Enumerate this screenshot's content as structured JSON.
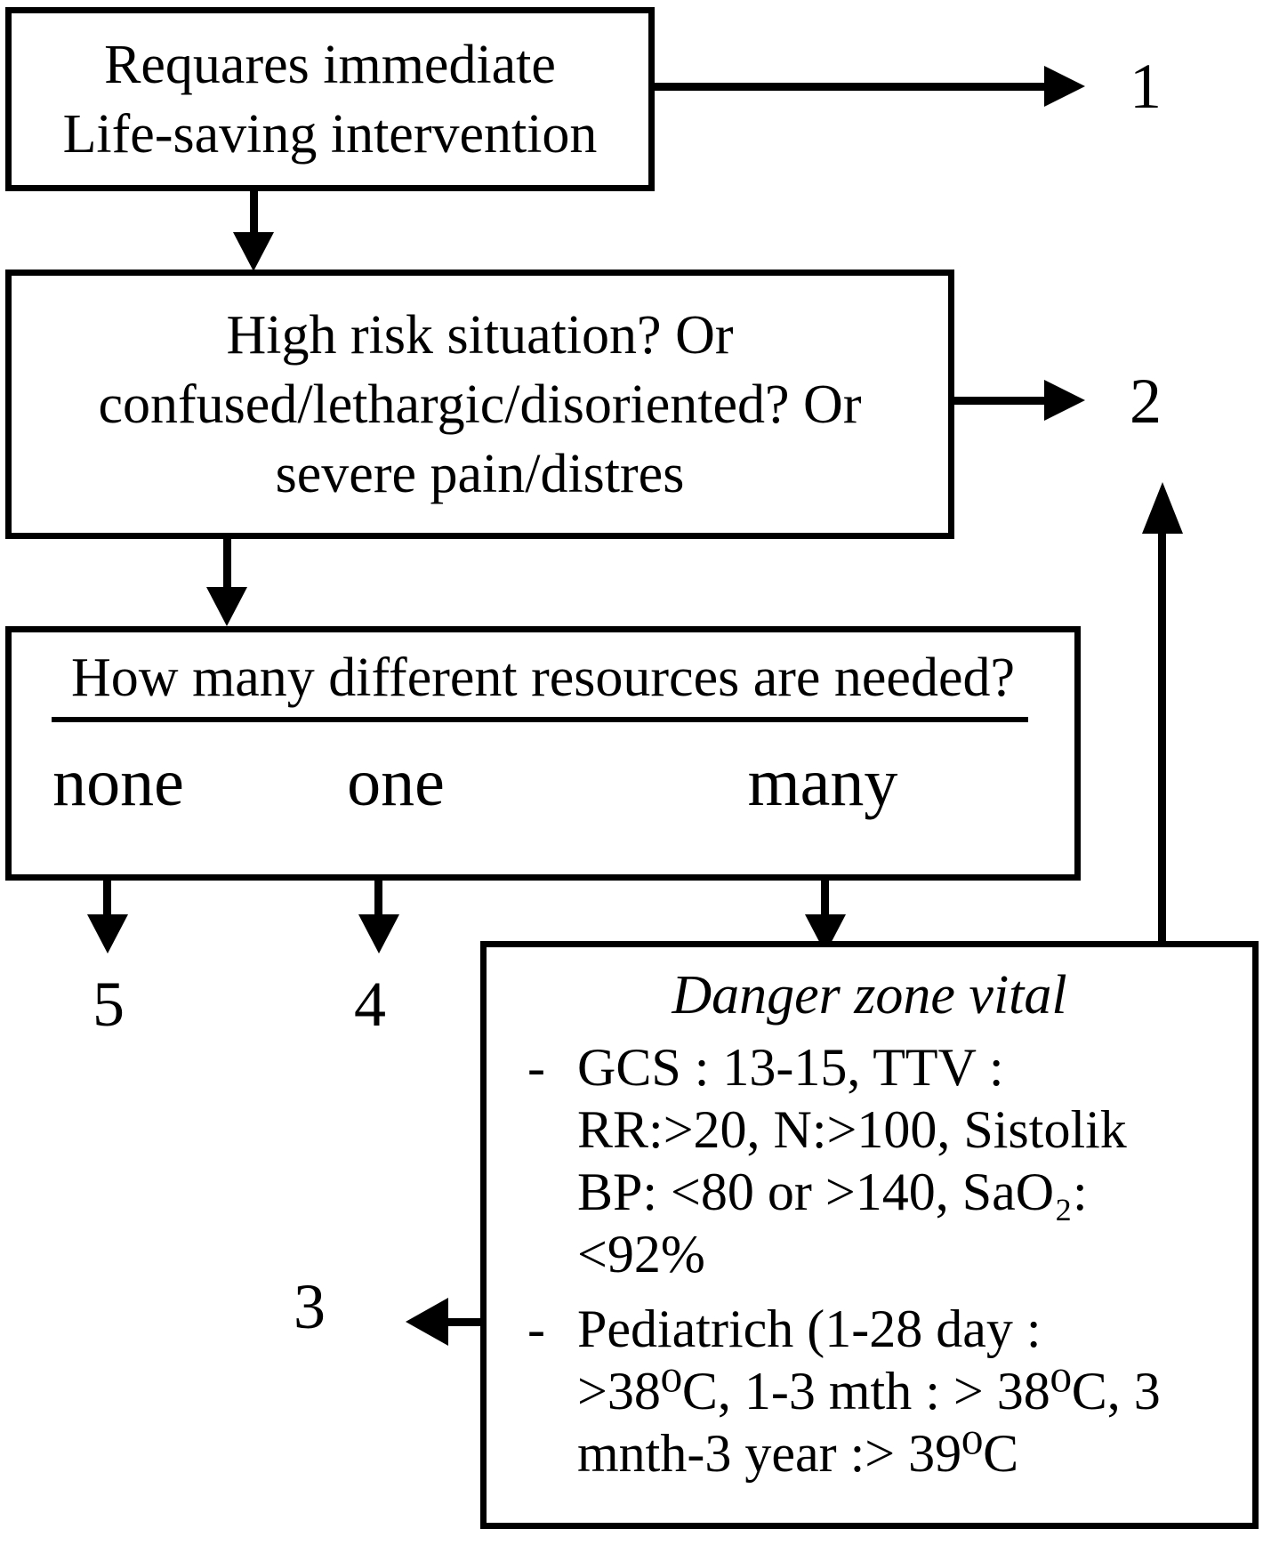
{
  "figure": {
    "background": "#ffffff",
    "ink": "#000000",
    "description": "Five-level triage decision flowchart"
  },
  "nodes": {
    "box1": {
      "lines": [
        "Requares immediate",
        "Life-saving intervention"
      ]
    },
    "box2": {
      "lines": [
        "High risk situation? Or",
        "confused/lethargic/disoriented? Or",
        "severe pain/distres"
      ]
    },
    "box3": {
      "question": "How many different resources are needed?",
      "options": [
        "none",
        "one",
        "many"
      ]
    },
    "danger": {
      "title": "Danger zone vital",
      "bullets": [
        {
          "marker": "-",
          "lines": [
            "GCS : 13-15, TTV :",
            "RR:>20, N:>100,  Sistolik",
            "BP: <80 or >140, SaO₂:",
            "<92%"
          ]
        },
        {
          "marker": "-",
          "lines": [
            "Pediatrich (1-28 day :",
            ">38⁰C, 1-3 mth : > 38⁰C, 3",
            "mnth-3 year :> 39⁰C"
          ]
        }
      ]
    }
  },
  "labels": {
    "esi_1": "1",
    "esi_2": "2",
    "esi_3": "3",
    "esi_4": "4",
    "esi_5": "5"
  }
}
